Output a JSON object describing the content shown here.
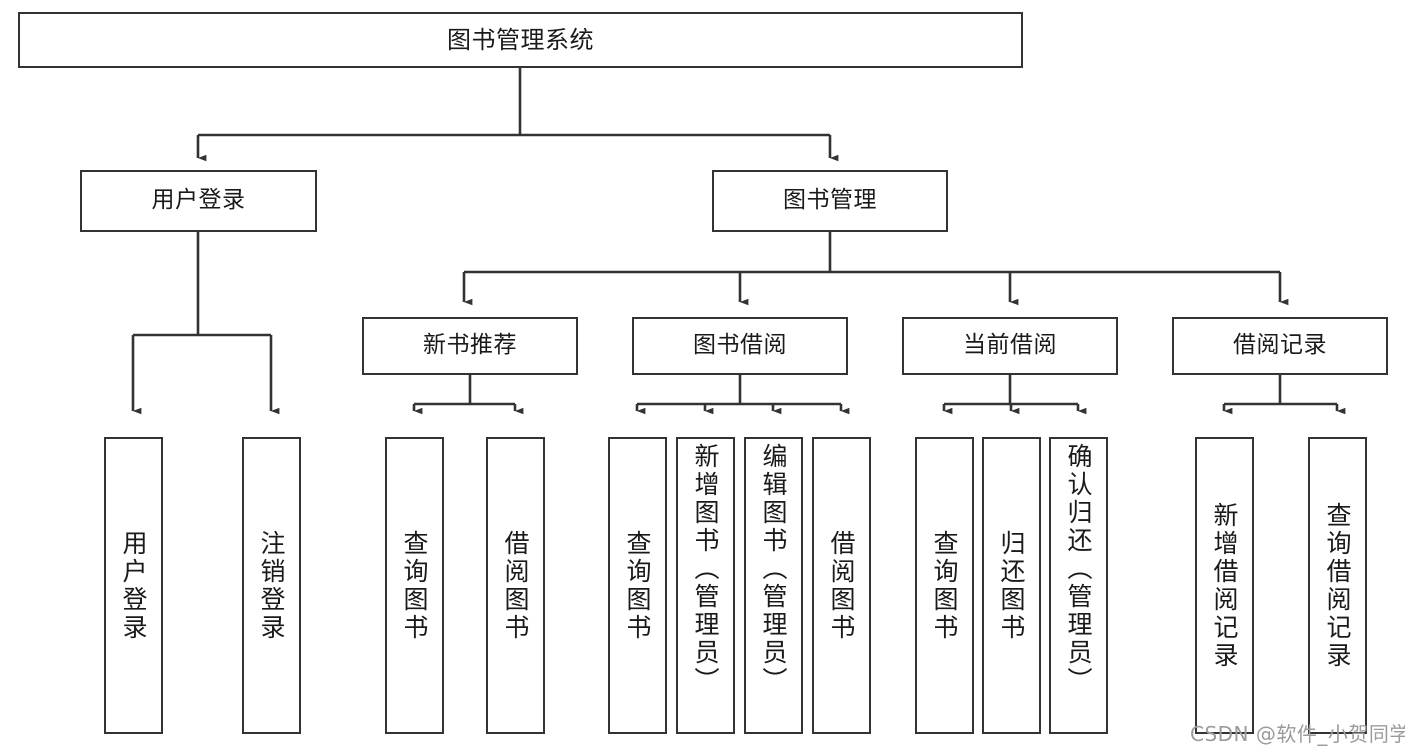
{
  "diagram": {
    "type": "tree",
    "title": "图书管理系统",
    "watermark": "CSDN @软件_小贺同学",
    "colors": {
      "node_border": "#333333",
      "node_fill": "#ffffff",
      "edge": "#333333",
      "text": "#1a1a1a",
      "watermark": "#9b9b9b",
      "background": "#ffffff"
    },
    "nodes": {
      "root": {
        "label": "图书管理系统"
      },
      "level2": [
        {
          "id": "user-login",
          "label": "用户登录"
        },
        {
          "id": "book-manage",
          "label": "图书管理"
        }
      ],
      "level3": [
        {
          "id": "new-book-recommend",
          "label": "新书推荐"
        },
        {
          "id": "book-borrow",
          "label": "图书借阅"
        },
        {
          "id": "current-borrow",
          "label": "当前借阅"
        },
        {
          "id": "borrow-record",
          "label": "借阅记录"
        }
      ],
      "leaves": {
        "user_login": [
          {
            "id": "leaf-user-login",
            "label": "用户登录"
          },
          {
            "id": "leaf-logout",
            "label": "注销登录"
          }
        ],
        "new_book_recommend": [
          {
            "id": "leaf-query-book-1",
            "label": "查询图书"
          },
          {
            "id": "leaf-borrow-book-1",
            "label": "借阅图书"
          }
        ],
        "book_borrow": [
          {
            "id": "leaf-query-book-2",
            "label": "查询图书"
          },
          {
            "id": "leaf-add-book",
            "label": "新增图书（管理员）"
          },
          {
            "id": "leaf-edit-book",
            "label": "编辑图书（管理员）"
          },
          {
            "id": "leaf-borrow-book-2",
            "label": "借阅图书"
          }
        ],
        "current_borrow": [
          {
            "id": "leaf-query-book-3",
            "label": "查询图书"
          },
          {
            "id": "leaf-return-book",
            "label": "归还图书"
          },
          {
            "id": "leaf-confirm-return",
            "label": "确认归还（管理员）"
          }
        ],
        "borrow_record": [
          {
            "id": "leaf-add-record",
            "label": "新增借阅记录"
          },
          {
            "id": "leaf-query-record",
            "label": "查询借阅记录"
          }
        ]
      }
    },
    "edges": [
      {
        "from": "root",
        "to": "user-login"
      },
      {
        "from": "root",
        "to": "book-manage"
      },
      {
        "from": "user-login",
        "to": "leaf-user-login"
      },
      {
        "from": "user-login",
        "to": "leaf-logout"
      },
      {
        "from": "book-manage",
        "to": "new-book-recommend"
      },
      {
        "from": "book-manage",
        "to": "book-borrow"
      },
      {
        "from": "book-manage",
        "to": "current-borrow"
      },
      {
        "from": "book-manage",
        "to": "borrow-record"
      },
      {
        "from": "new-book-recommend",
        "to": "leaf-query-book-1"
      },
      {
        "from": "new-book-recommend",
        "to": "leaf-borrow-book-1"
      },
      {
        "from": "book-borrow",
        "to": "leaf-query-book-2"
      },
      {
        "from": "book-borrow",
        "to": "leaf-add-book"
      },
      {
        "from": "book-borrow",
        "to": "leaf-edit-book"
      },
      {
        "from": "book-borrow",
        "to": "leaf-borrow-book-2"
      },
      {
        "from": "current-borrow",
        "to": "leaf-query-book-3"
      },
      {
        "from": "current-borrow",
        "to": "leaf-return-book"
      },
      {
        "from": "current-borrow",
        "to": "leaf-confirm-return"
      },
      {
        "from": "borrow-record",
        "to": "leaf-add-record"
      },
      {
        "from": "borrow-record",
        "to": "leaf-query-record"
      }
    ]
  }
}
